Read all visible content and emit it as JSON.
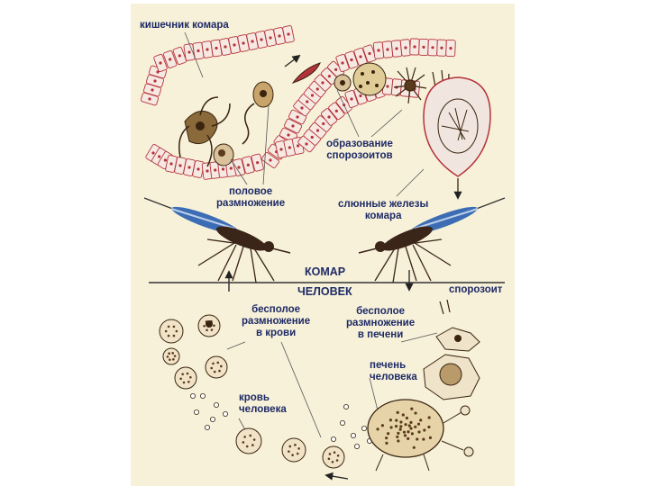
{
  "labels": {
    "mosquito_gut": "кишечник комара",
    "sporozoite_formation": "образование\nспорозоитов",
    "sexual_reproduction": "половое\nразмножение",
    "salivary_glands": "слюнные железы\nкомара",
    "mosquito": "КОМАР",
    "human": "ЧЕЛОВЕК",
    "sporozoite": "спорозоит",
    "asexual_blood": "бесполое\nразмножение\nв крови",
    "asexual_liver": "бесполое\nразмножение\nв печени",
    "human_liver": "печень\nчеловека",
    "human_blood": "кровь\nчеловека"
  },
  "colors": {
    "panel": "#f7f1d9",
    "label_text": "#1e2a66",
    "cell_outline": "#b5323a",
    "cell_fill": "#f6e9e2",
    "parasite": "#5b3a1e",
    "mosquito_body": "#3b2418",
    "wing": "#3c6db4",
    "divider": "#333333"
  }
}
